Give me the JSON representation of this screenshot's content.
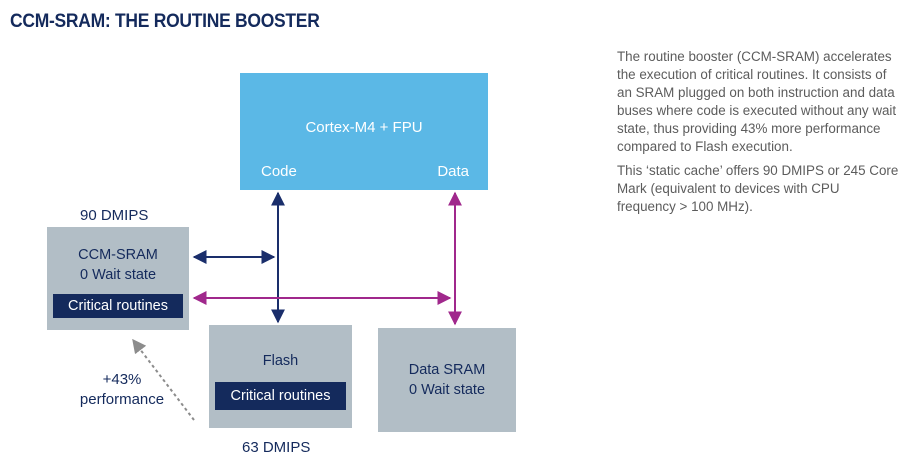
{
  "title": "CCM-SRAM: THE ROUTINE BOOSTER",
  "cpu": {
    "label": "Cortex-M4 + FPU",
    "code_port": "Code",
    "data_port": "Data"
  },
  "ccm_sram": {
    "dmips": "90 DMIPS",
    "line1": "CCM-SRAM",
    "line2": "0 Wait state",
    "routine": "Critical routines"
  },
  "flash": {
    "label": "Flash",
    "routine": "Critical routines",
    "dmips": "63 DMIPS"
  },
  "data_sram": {
    "line1": "Data SRAM",
    "line2": "0 Wait state"
  },
  "performance": {
    "line1": "+43%",
    "line2": "performance"
  },
  "description": {
    "para1": "The routine booster (CCM-SRAM) accelerates the execution of critical routines. It consists of an SRAM plugged on both instruction and data buses where code is executed without any wait state, thus providing 43% more performance compared to Flash execution.",
    "para2": "This ‘static cache’ offers 90 DMIPS or 245 Core Mark (equivalent to devices with CPU frequency > 100 MHz)."
  },
  "colors": {
    "navy": "#142a5c",
    "cpu_blue": "#5bb8e6",
    "box_grey": "#b2bec6",
    "code_bus": "#1a2e6b",
    "data_bus": "#a0288c",
    "dashed_arrow": "#8c8c8c"
  }
}
